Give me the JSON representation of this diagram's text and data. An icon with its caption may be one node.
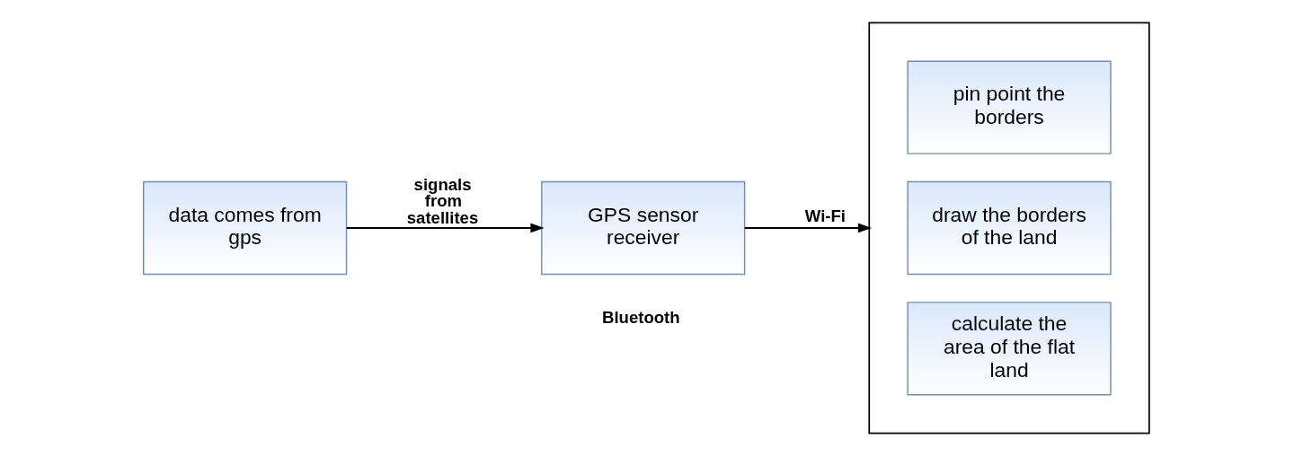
{
  "diagram": {
    "nodes": [
      {
        "text": [
          "data comes from gps"
        ]
      },
      {
        "text": [
          "GPS sensor receiver"
        ]
      },
      {
        "text": [],
        "shape": "box"
      },
      {
        "text": [
          "pin point the borders"
        ],
        "in": 2
      },
      {
        "text": [
          "draw the borders of the land"
        ],
        "in": 2
      },
      {
        "text": [
          "calculate the area of the flat land"
        ],
        "in": 2
      }
    ],
    "edges": [
      {
        "from": 0,
        "to": 1,
        "arrow": "to",
        "label": "signals from satellites"
      },
      {
        "from": 1,
        "to": 2,
        "arrow": "to",
        "label": "Wi-Fi"
      }
    ],
    "labels": [
      "Bluetooth"
    ]
  }
}
